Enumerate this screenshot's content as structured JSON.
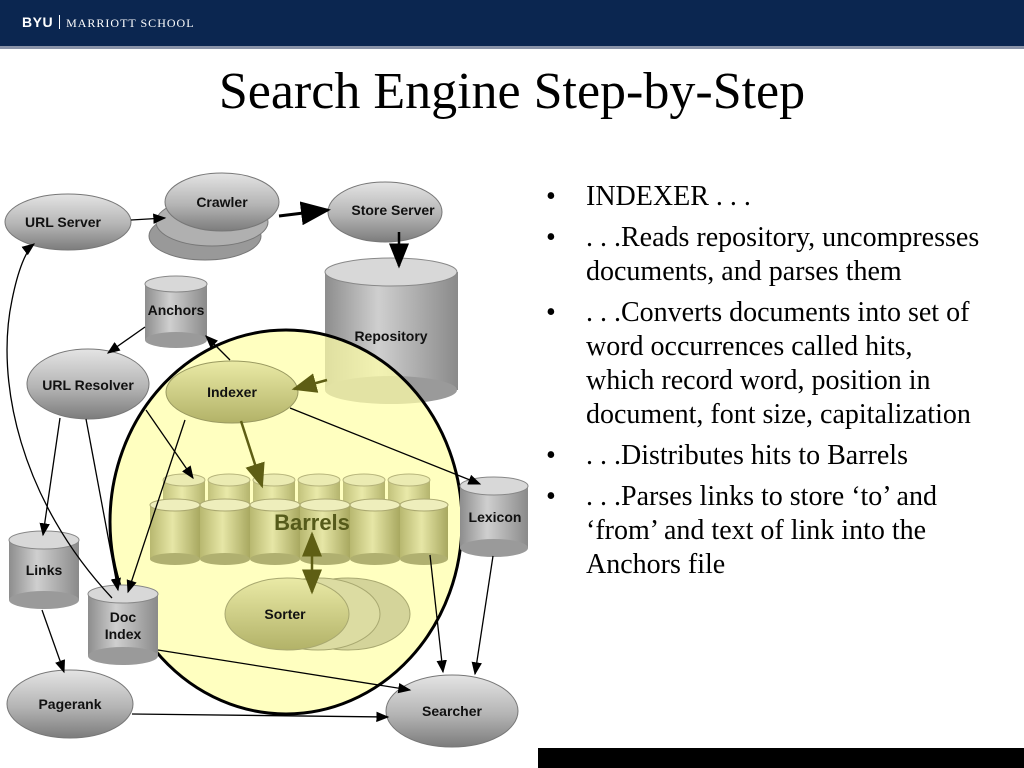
{
  "header": {
    "brand": "BYU",
    "school": "MARRIOTT SCHOOL"
  },
  "slide": {
    "title": "Search Engine Step-by-Step"
  },
  "diagram": {
    "nodes": {
      "url_server": "URL Server",
      "crawler": "Crawler",
      "store_server": "Store Server",
      "anchors": "Anchors",
      "repository": "Repository",
      "url_resolver": "URL Resolver",
      "indexer": "Indexer",
      "barrels": "Barrels",
      "lexicon": "Lexicon",
      "links": "Links",
      "doc_index_line1": "Doc",
      "doc_index_line2": "Index",
      "sorter": "Sorter",
      "pagerank": "Pagerank",
      "searcher": "Searcher"
    },
    "colors": {
      "highlight": "#ffffc0",
      "node_gray": "#a8a8a8",
      "accent": "#8a8a20"
    }
  },
  "bullets": [
    "INDEXER . . .",
    ". . .Reads repository, uncompresses documents, and parses them",
    ". . .Converts documents into set of word occurrences called hits, which record word, position in document, font size, capitalization",
    ". . .Distributes hits to Barrels",
    ". . .Parses links to store ‘to’ and ‘from’ and text of link into the Anchors file"
  ],
  "bullet_symbol": "•"
}
